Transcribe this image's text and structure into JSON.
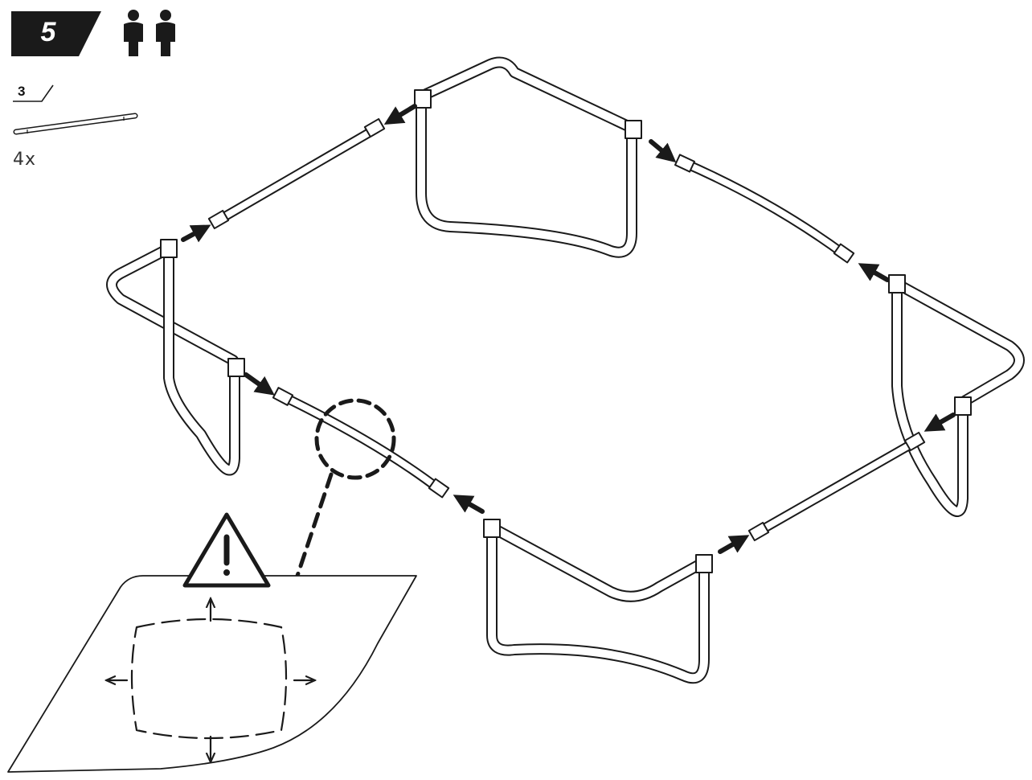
{
  "step": {
    "number": "5"
  },
  "people": {
    "icon": "two-people-icon",
    "count": 2
  },
  "part": {
    "ref": "3",
    "quantity": "4x",
    "icon": "tube-pole-icon"
  },
  "warning": {
    "icon": "warning-triangle-icon",
    "symbol": "!"
  },
  "colors": {
    "ink": "#1a1a1a",
    "badge": "#1a1a1a",
    "paper": "#ffffff"
  }
}
